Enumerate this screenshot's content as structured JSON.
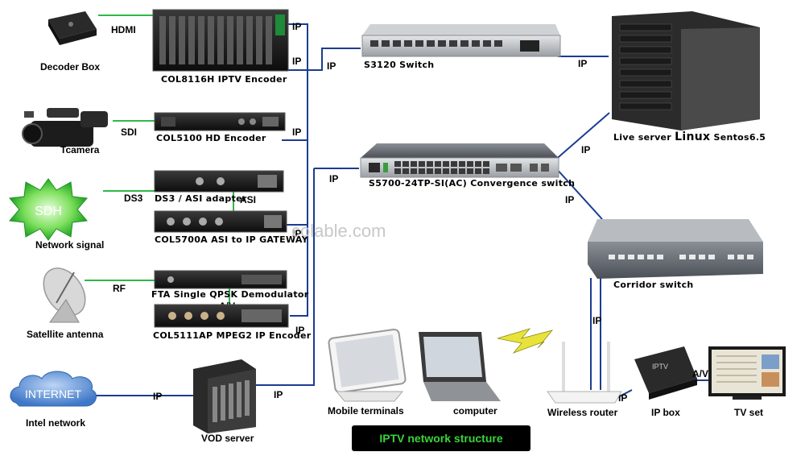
{
  "devices": {
    "decoder_box": "Decoder Box",
    "encoder_8116": "COL8116H IPTV Encoder",
    "tcamera": "Tcamera",
    "hd_encoder": "COL5100 HD Encoder",
    "network_signal": "Network signal",
    "sdh": "SDH",
    "ds3_adapter": "DS3 / ASI adapter",
    "asi_gateway": "COL5700A ASI to IP GATEWAY",
    "satellite_antenna": "Satellite antenna",
    "qpsk_demod": "FTA Single QPSK Demodulator",
    "mpeg2_encoder": "COL5111AP MPEG2 IP Encoder",
    "internet": "INTERNET",
    "intel_network": "Intel network",
    "vod_server": "VOD server",
    "s3120_switch": "S3120 Switch",
    "convergence_switch": "S5700-24TP-SI(AC) Convergence switch",
    "live_server_prefix": "Live server",
    "live_server_linux": "Linux",
    "live_server_suffix": "Sentos6.5",
    "corridor_switch": "Corridor switch",
    "mobile_terminals": "Mobile terminals",
    "computer": "computer",
    "wireless_router": "Wireless router",
    "ip_box": "IP box",
    "tv_set": "TV set",
    "ipbox_brand": "IPTV"
  },
  "links": {
    "hdmi": "HDMI",
    "sdi": "SDI",
    "ds3": "DS3",
    "asi": "ASI",
    "rf": "RF",
    "av": "A/V",
    "ip": "IP"
  },
  "watermark": "colable.com",
  "footer": "IPTV network structure",
  "colors": {
    "link_green": "#2fb84a",
    "link_blue": "#1b3d8f",
    "footer_bg": "#000000",
    "footer_text": "#3bd33b",
    "cloud_blue": "#5b8fd6",
    "sdh_green": "#37c23a"
  }
}
